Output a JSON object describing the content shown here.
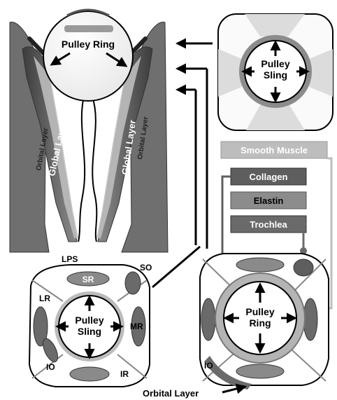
{
  "labels": {
    "pulley_ring_top": "Pulley Ring",
    "pulley_sling_top_line1": "Pulley",
    "pulley_sling_top_line2": "Sling",
    "global_layer_left": "Global Layer",
    "orbital_layer_left": "Orbital Layer",
    "global_layer_right": "Global Layer",
    "orbital_layer_right": "Orbital Layer",
    "lps": "LPS",
    "so": "SO",
    "sr": "SR",
    "lr": "LR",
    "mr": "MR",
    "io_left": "IO",
    "ir": "IR",
    "pulley_sling_bottom_line1": "Pulley",
    "pulley_sling_bottom_line2": "Sling",
    "pulley_ring_bottom_line1": "Pulley",
    "pulley_ring_bottom_line2": "Ring",
    "io_right": "IO",
    "orbital_layer_bottom": "Orbital Layer"
  },
  "legend": {
    "smooth_muscle": "Smooth Muscle",
    "collagen": "Collagen",
    "elastin": "Elastin",
    "trochlea": "Trochlea"
  },
  "colors": {
    "smooth_muscle": "#bdbdbd",
    "collagen": "#5e5e5e",
    "elastin": "#7a7a7a",
    "trochlea": "#6a6a6a"
  }
}
